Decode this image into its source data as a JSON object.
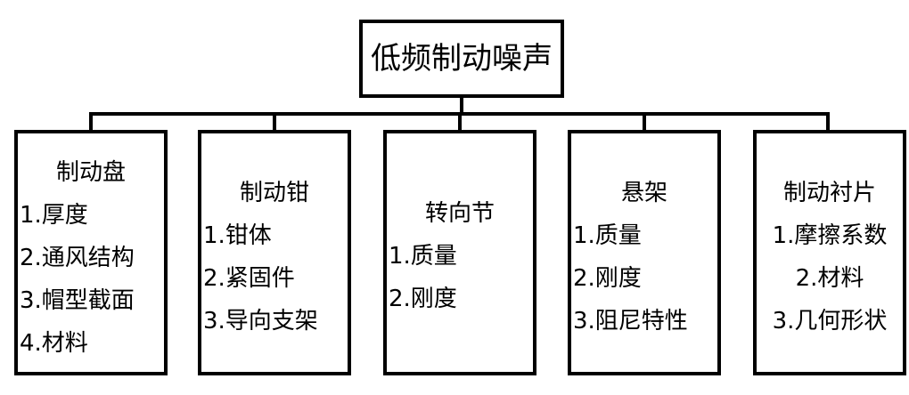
{
  "root": {
    "title": "低频制动噪声"
  },
  "children": [
    {
      "title": "制动盘",
      "items": [
        "1.厚度",
        "2.通风结构",
        "3.帽型截面",
        "4.材料"
      ]
    },
    {
      "title": "制动钳",
      "items": [
        "1.钳体",
        "2.紧固件",
        "3.导向支架"
      ]
    },
    {
      "title": "转向节",
      "items": [
        "1.质量",
        "2.刚度"
      ]
    },
    {
      "title": "悬架",
      "items": [
        "1.质量",
        "2.刚度",
        "3.阻尼特性"
      ]
    },
    {
      "title": "制动衬片",
      "items": [
        "1.摩擦系数",
        "2.材料",
        "3.几何形状"
      ]
    }
  ]
}
